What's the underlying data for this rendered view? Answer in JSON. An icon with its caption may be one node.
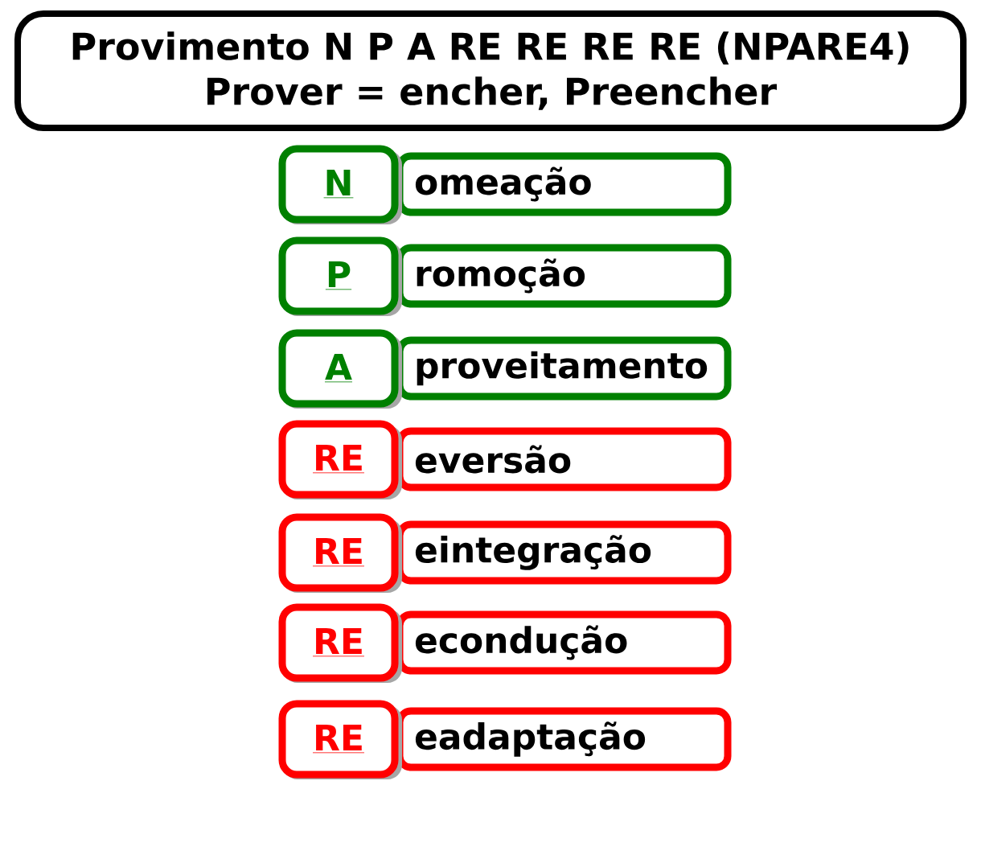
{
  "diagram": {
    "nodes": [
      {
        "text": [
          "Provimento N P A RE RE RE RE (NPARE4)",
          "Prover = encher, Preencher"
        ]
      },
      {
        "text": [
          "N"
        ]
      },
      {
        "text": [
          "omeação"
        ]
      },
      {
        "text": [
          "P"
        ]
      },
      {
        "text": [
          "romoção"
        ]
      },
      {
        "text": [
          "A"
        ]
      },
      {
        "text": [
          "proveitamento"
        ]
      },
      {
        "text": [
          "RE"
        ]
      },
      {
        "text": [
          "eversão"
        ]
      },
      {
        "text": [
          "RE"
        ]
      },
      {
        "text": [
          "eintegração"
        ]
      },
      {
        "text": [
          "RE"
        ]
      },
      {
        "text": [
          "econdução"
        ]
      },
      {
        "text": [
          "RE"
        ]
      },
      {
        "text": [
          "eadaptação"
        ]
      }
    ]
  }
}
